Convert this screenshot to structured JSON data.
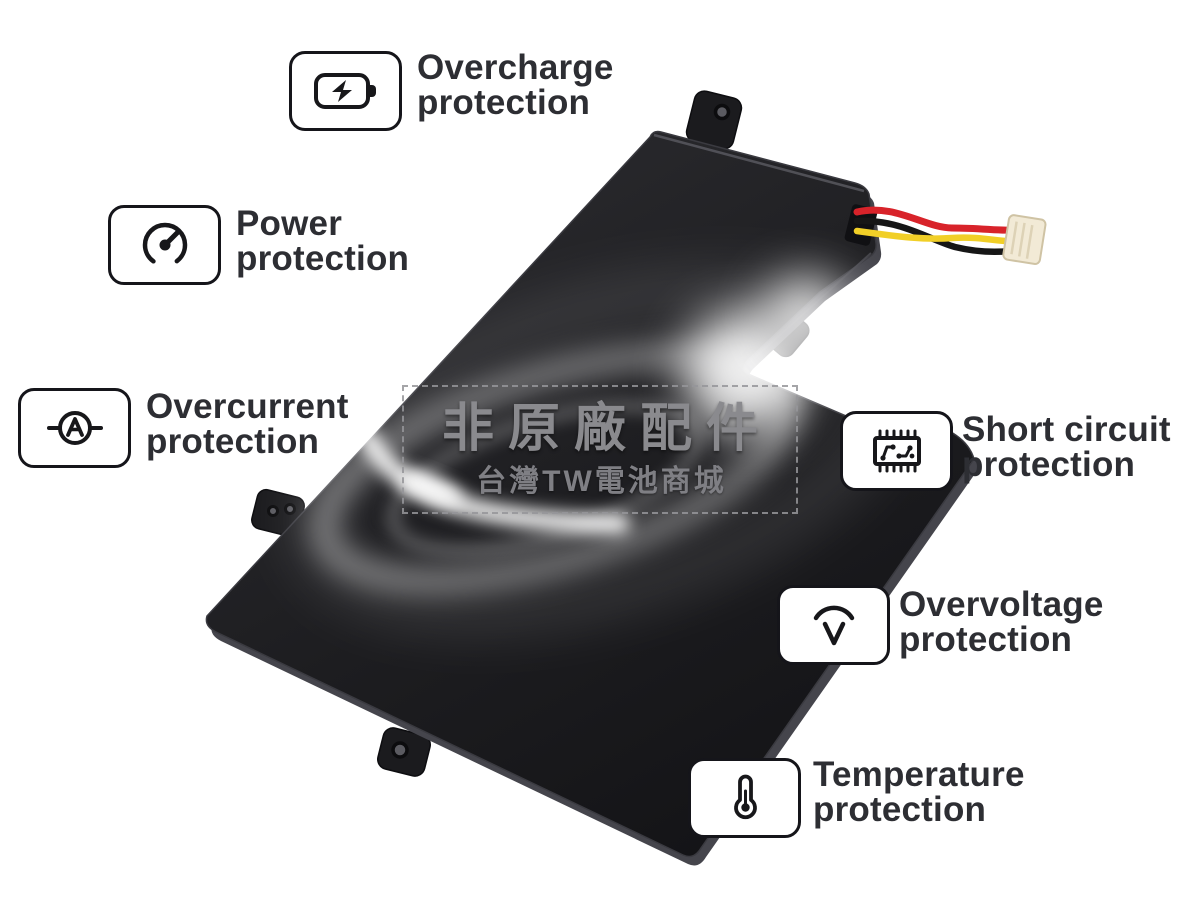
{
  "watermark": {
    "line1": "非原廠配件",
    "line2": "台灣TW電池商城"
  },
  "features": [
    {
      "name": "overcharge-protection",
      "icon": "battery-charging-icon",
      "line1": "Overcharge",
      "line2": "protection"
    },
    {
      "name": "power-protection",
      "icon": "power-gauge-icon",
      "line1": "Power",
      "line2": "protection"
    },
    {
      "name": "overcurrent-protection",
      "icon": "ammeter-icon",
      "line1": "Overcurrent",
      "line2": "protection"
    },
    {
      "name": "short-circuit-protection",
      "icon": "circuit-chip-icon",
      "line1": "Short circuit",
      "line2": "protection"
    },
    {
      "name": "overvoltage-protection",
      "icon": "voltage-arc-icon",
      "line1": "Overvoltage",
      "line2": "protection"
    },
    {
      "name": "temperature-protection",
      "icon": "thermometer-icon",
      "line1": "Temperature",
      "line2": "protection"
    }
  ],
  "photo": {
    "subject": "black laptop battery viewed at an angle",
    "cable": "red, yellow and black wires ending in a cream 4-pin connector",
    "effects": "white light swirl reflection on battery surface"
  },
  "colors": {
    "background": "#ffffff",
    "battery_body": "#1d1d20",
    "battery_bevel": "#45454c",
    "label_text": "#2d2e33",
    "card_border": "#15151a",
    "wire_red": "#d8232a",
    "wire_yellow": "#f1cf27",
    "wire_black": "#161616",
    "connector": "#f2ead6",
    "watermark_text": "#8a8a8e"
  }
}
